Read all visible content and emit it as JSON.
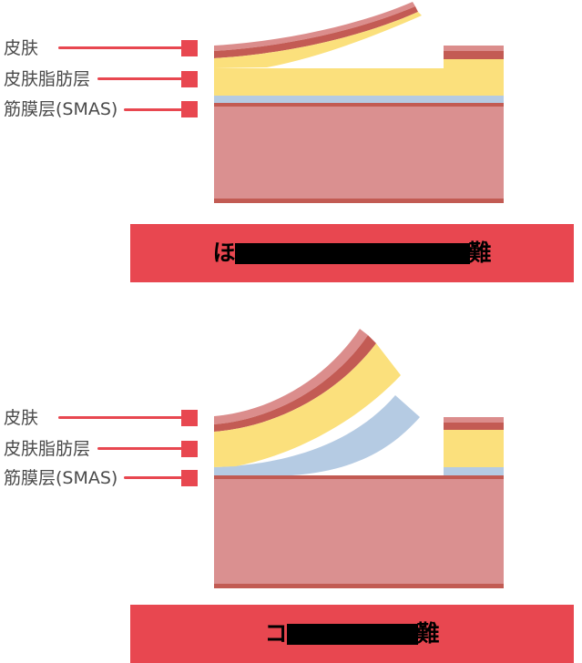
{
  "layer_labels": [
    "皮肤",
    "皮肤脂肪层",
    "筋膜层(SMAS)"
  ],
  "banner_top": {
    "first_char": "ほ",
    "last_char": "難",
    "redacted": true
  },
  "banner_bottom": {
    "first_char": "コ",
    "last_char": "難",
    "redacted": true
  },
  "colors": {
    "accent_red": "#E84750",
    "skin_light": "#DB8D8C",
    "skin_dark": "#C35B54",
    "fat_yellow": "#FBE07C",
    "smas_blue": "#B5CBE3",
    "muscle_pink": "#DA9090",
    "muscle_border": "#C25B53",
    "label_text": "#4A4A4A",
    "banner_text": "#000000"
  }
}
